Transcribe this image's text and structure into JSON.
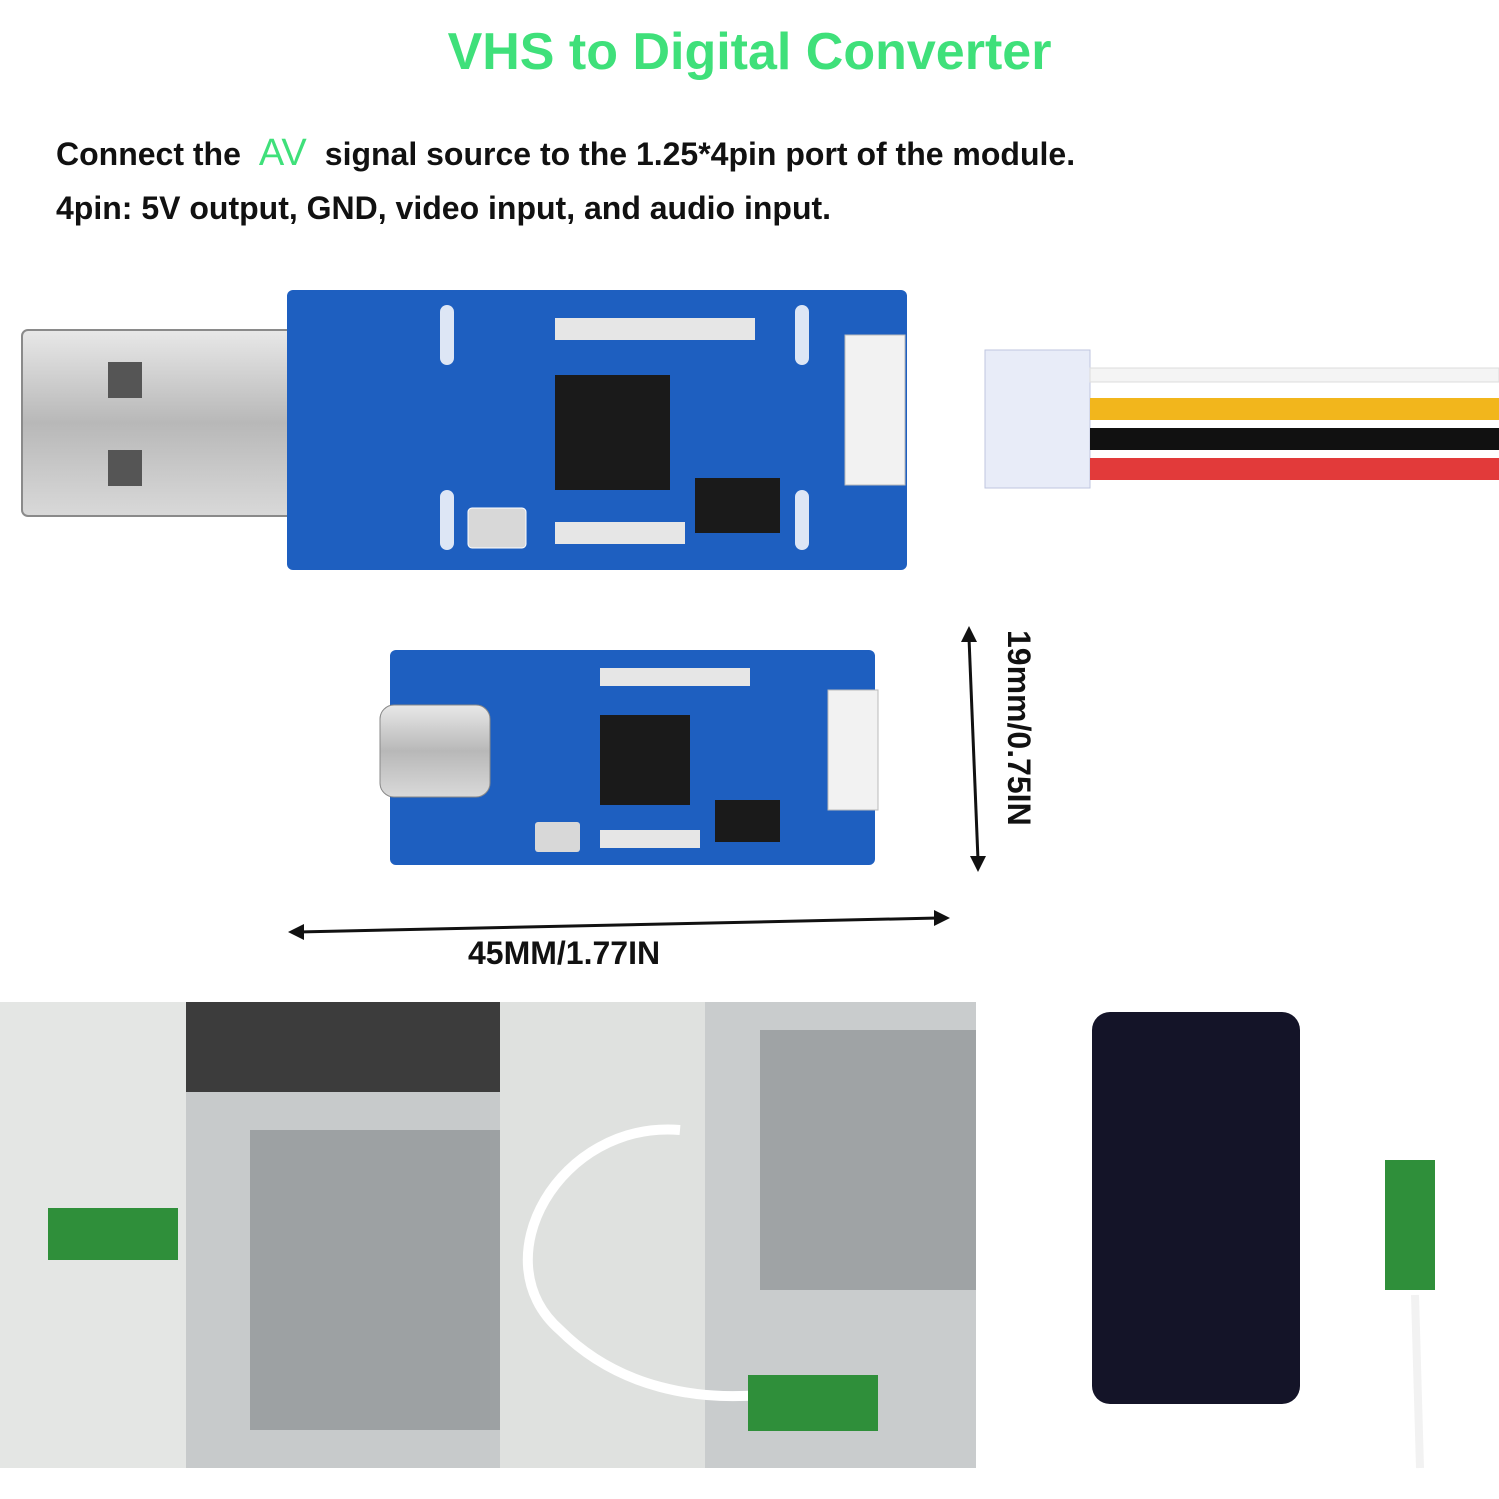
{
  "title": "VHS to Digital Converter",
  "instructions": {
    "line1_before": "Connect the",
    "line1_highlight": "AV",
    "line1_after": "signal source to the 1.25*4pin port of the module.",
    "line2": "4pin: 5V output, GND, video input, and audio input."
  },
  "dimensions": {
    "width_label": "45MM/1.77IN",
    "height_label": "19mm/0.75IN"
  },
  "colors": {
    "title_green": "#3fe07a",
    "pcb_blue": "#1e5fc0",
    "wire_yellow": "#f2b61c",
    "wire_black": "#111111",
    "wire_red": "#e23a3a"
  }
}
